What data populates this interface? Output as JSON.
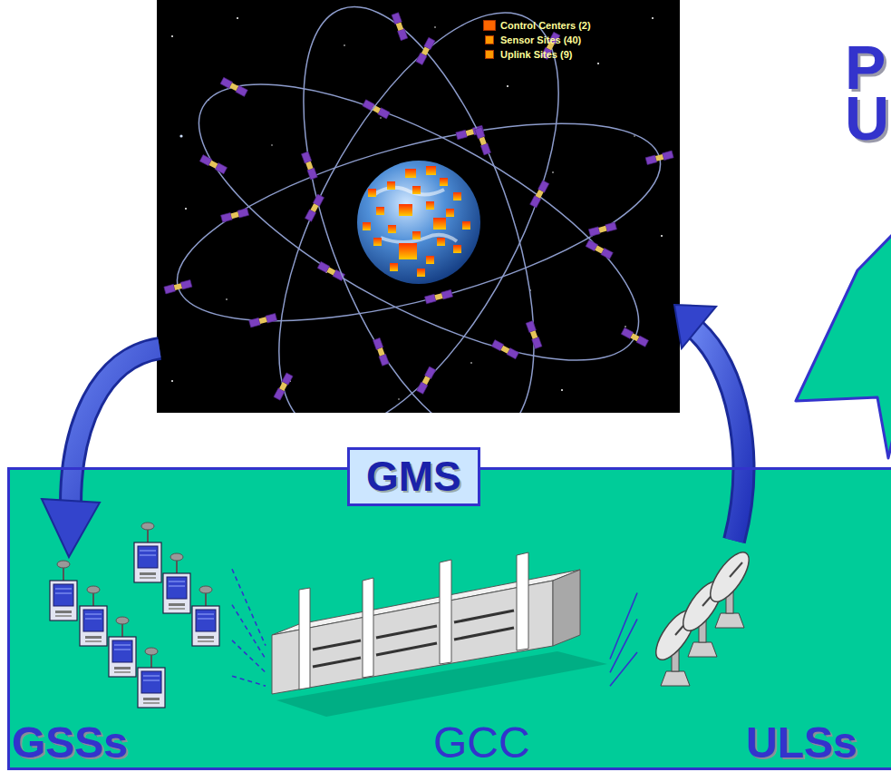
{
  "diagram": {
    "nodes": [
      {
        "text": [
          "GMS"
        ]
      },
      {
        "text": [
          "GSSs"
        ],
        "in": 0
      },
      {
        "text": [
          "GCC"
        ],
        "in": 0
      },
      {
        "text": [
          "ULSs"
        ],
        "in": 0
      }
    ],
    "edges": [
      {
        "from": 1,
        "to": 2,
        "arrow": "none"
      },
      {
        "from": 2,
        "to": 3,
        "arrow": "none"
      }
    ],
    "labels": [
      "P",
      "U"
    ],
    "legend": [
      {
        "text": "Control Centers (2)",
        "color": "#ff6600"
      },
      {
        "text": "Sensor Sites (40)",
        "color": "#ff9900"
      },
      {
        "text": "Uplink Sites (9)",
        "color": "#ff9900"
      }
    ]
  }
}
